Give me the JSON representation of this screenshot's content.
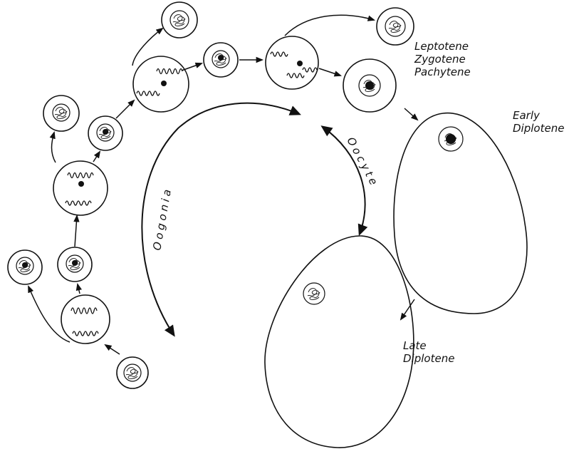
{
  "labels": {
    "leptotene": "Leptotene",
    "zygotene": "Zygotene",
    "pachytene": "Pachytene",
    "early": "Early",
    "early_diplotene": "Diplotene",
    "late": "Late",
    "late_diplotene": "Diplotene",
    "oogonia": "Oogonia",
    "oocyte": "Oocyte"
  }
}
